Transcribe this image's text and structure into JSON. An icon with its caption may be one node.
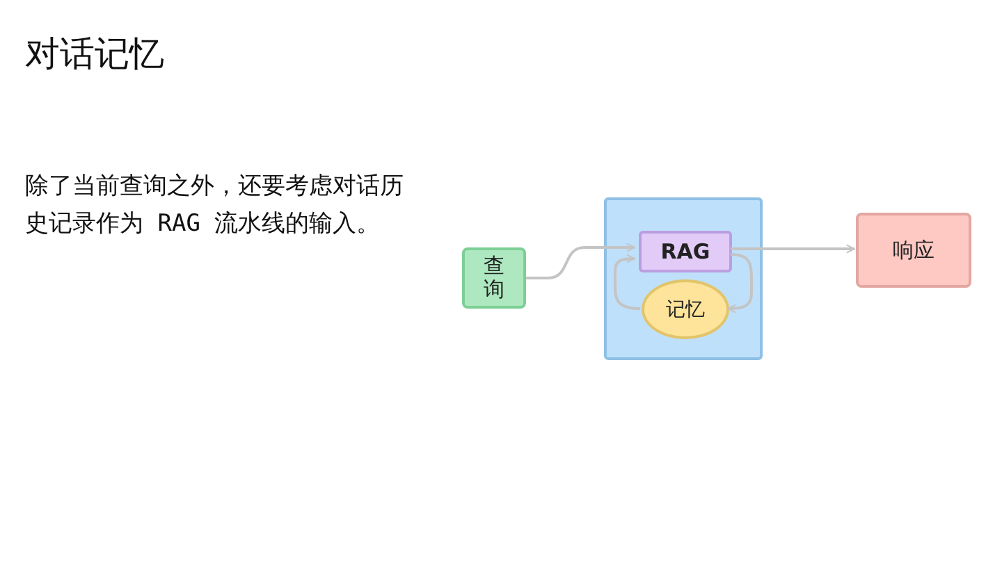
{
  "diagram": {
    "title": "对话记忆",
    "nodes": [
      {
        "text": [
          "查询"
        ]
      },
      {
        "text": [],
        "shape": "box"
      },
      {
        "text": [
          "RAG"
        ],
        "in": 1
      },
      {
        "text": [
          "记忆"
        ],
        "in": 1
      },
      {
        "text": [
          "响应"
        ]
      }
    ],
    "edges": [
      {
        "from": 0,
        "to": 2,
        "arrow": "to"
      },
      {
        "from": 2,
        "to": 4,
        "arrow": "to"
      },
      {
        "from": 2,
        "to": 3,
        "arrow": "to"
      },
      {
        "from": 3,
        "to": 2,
        "arrow": "to"
      }
    ],
    "labels": [
      "除了当前查询之外，还要考虑对话历史记录作为 RAG 流水线的输入。"
    ]
  }
}
